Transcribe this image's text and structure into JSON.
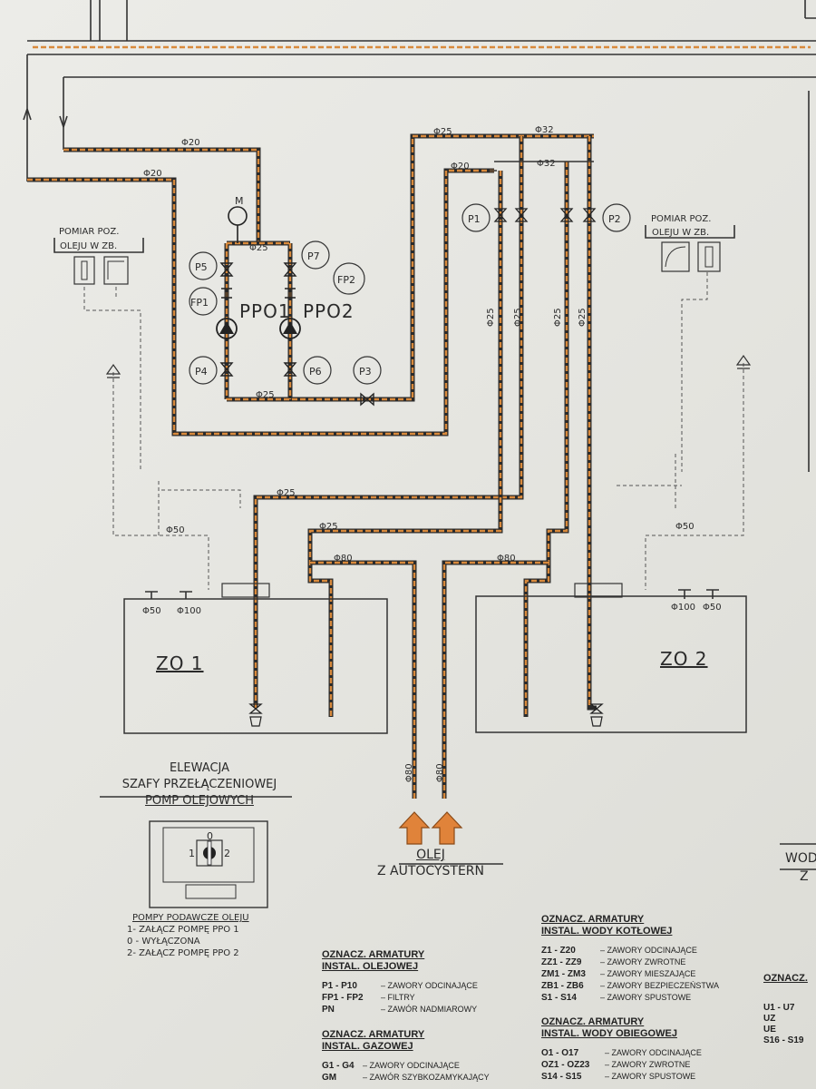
{
  "diagram": {
    "tanks": [
      {
        "id": "tank-zo1",
        "label": "ZO 1",
        "sizes": [
          "Φ50",
          "Φ100"
        ]
      },
      {
        "id": "tank-zo2",
        "label": "ZO 2",
        "sizes": [
          "Φ100",
          "Φ50"
        ]
      }
    ],
    "pumps": [
      "PPO1",
      "PPO2"
    ],
    "valve_labels": [
      "P1",
      "P2",
      "P3",
      "P4",
      "P5",
      "P6",
      "P7",
      "FP1",
      "FP2"
    ],
    "gauge_symbol": "M",
    "pipe_labels": {
      "d20_a": "Φ20",
      "d20_b": "Φ20",
      "d20_c": "Φ20",
      "d25_a": "Φ25",
      "d25_b": "Φ25",
      "d25_c": "Φ25",
      "d25_d": "Φ25",
      "d25_e": "Φ25",
      "d25_f": "Φ25",
      "d25_g": "Φ25",
      "d25_h": "Φ25",
      "d25_i": "Φ25",
      "d32_a": "Φ32",
      "d32_b": "Φ32",
      "d50_a": "Φ50",
      "d50_b": "Φ50",
      "d80_a": "Φ80",
      "d80_b": "Φ80",
      "d80_c": "Φ80",
      "d80_d": "Φ80"
    },
    "level_meter_left": [
      "POMIAR POZ.",
      "OLEJU W ZB."
    ],
    "level_meter_right": [
      "POMIAR POZ.",
      "OLEJU W ZB."
    ],
    "supply_label": [
      "OLEJ",
      "Z AUTOCYSTERN"
    ],
    "panel": {
      "title": [
        "ELEWACJA",
        "SZAFY PRZEŁĄCZENIOWEJ",
        "POMP OLEJOWYCH"
      ],
      "switch_positions": [
        "1",
        "0",
        "2"
      ],
      "subtitle": "POMPY PODAWCZE OLEJU",
      "lines": [
        "1- ZAŁĄCZ POMPĘ  PPO 1",
        "0 - WYŁĄCZONA",
        "2- ZAŁĄCZ POMPĘ  PPO 2"
      ]
    },
    "right_edge_text": [
      "WOD",
      "Z"
    ]
  },
  "legends": {
    "oil": {
      "title": [
        "OZNACZ. ARMATURY",
        "INSTAL. OLEJOWEJ"
      ],
      "rows": [
        {
          "code": "P1 - P10",
          "desc": "– ZAWORY ODCINAJĄCE"
        },
        {
          "code": "FP1 - FP2",
          "desc": "– FILTRY"
        },
        {
          "code": "PN",
          "desc": "– ZAWÓR NADMIAROWY"
        }
      ]
    },
    "gas": {
      "title": [
        "OZNACZ. ARMATURY",
        "INSTAL. GAZOWEJ"
      ],
      "rows": [
        {
          "code": "G1 - G4",
          "desc": "– ZAWORY ODCINAJĄCE"
        },
        {
          "code": "GM",
          "desc": "– ZAWÓR SZYBKOZAMYKAJĄCY"
        }
      ]
    },
    "boiler": {
      "title": [
        "OZNACZ. ARMATURY",
        "INSTAL. WODY KOTŁOWEJ"
      ],
      "rows": [
        {
          "code": "Z1 - Z20",
          "desc": "– ZAWORY ODCINAJĄCE"
        },
        {
          "code": "ZZ1 - ZZ9",
          "desc": "– ZAWORY ZWROTNE"
        },
        {
          "code": "ZM1 - ZM3",
          "desc": "– ZAWORY MIESZAJĄCE"
        },
        {
          "code": "ZB1 - ZB6",
          "desc": "– ZAWORY BEZPIECZEŃSTWA"
        },
        {
          "code": "S1 - S14",
          "desc": "– ZAWORY SPUSTOWE"
        }
      ]
    },
    "circulating": {
      "title": [
        "OZNACZ. ARMATURY",
        "INSTAL. WODY OBIEGOWEJ"
      ],
      "rows": [
        {
          "code": "O1 - O17",
          "desc": "– ZAWORY ODCINAJĄCE"
        },
        {
          "code": "OZ1 - OZ23",
          "desc": "– ZAWORY ZWROTNE"
        },
        {
          "code": "S14 - S15",
          "desc": "– ZAWORY SPUSTOWE"
        }
      ]
    },
    "third": {
      "title": [
        "OZNACZ."
      ],
      "rows": [
        {
          "code": "U1 - U7",
          "desc": ""
        },
        {
          "code": "UZ",
          "desc": ""
        },
        {
          "code": "UE",
          "desc": ""
        },
        {
          "code": "S16 - S19",
          "desc": ""
        }
      ]
    }
  },
  "colors": {
    "pipe_outline": "#2b2b2b",
    "pipe_fill": "#d98a3c",
    "arrow": "#e0833a",
    "board": "#e6e6e1"
  }
}
